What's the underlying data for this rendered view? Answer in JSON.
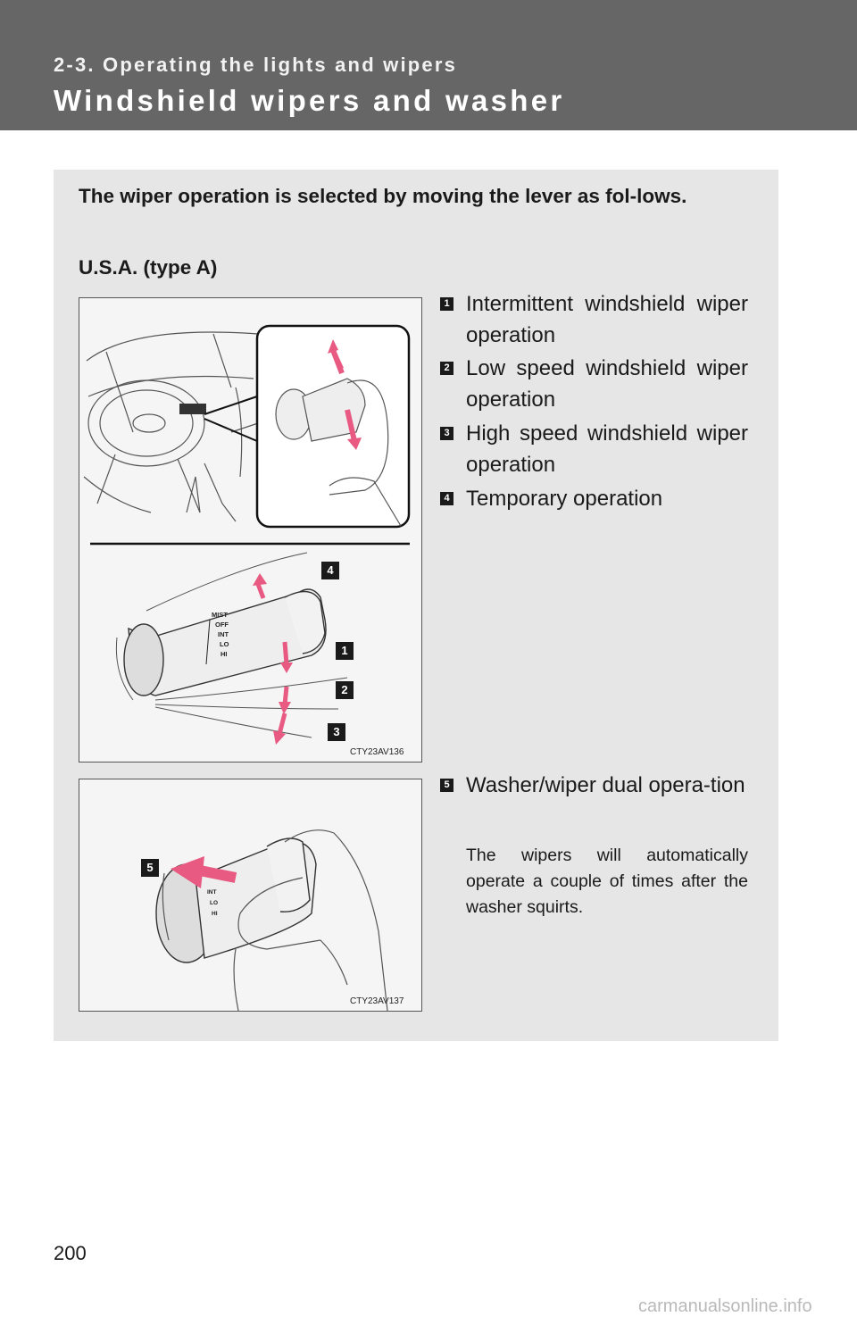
{
  "header": {
    "section_label": "2-3. Operating the lights and wipers",
    "page_heading": "Windshield wipers and washer"
  },
  "intro": {
    "text": "The wiper operation is selected by moving the lever as fol-lows.",
    "subheading": "U.S.A. (type A)"
  },
  "figure1": {
    "code": "CTY23AV136",
    "lever_labels": [
      "MIST",
      "OFF",
      "INT",
      "LO",
      "HI"
    ],
    "callouts": [
      "4",
      "1",
      "2",
      "3"
    ]
  },
  "figure2": {
    "code": "CTY23AV137",
    "lever_labels": [
      "INT",
      "LO",
      "HI"
    ],
    "callouts": [
      "5"
    ]
  },
  "items": [
    {
      "num": "1",
      "text": "Intermittent windshield wiper operation"
    },
    {
      "num": "2",
      "text": "Low speed windshield wiper operation"
    },
    {
      "num": "3",
      "text": "High speed windshield wiper operation"
    },
    {
      "num": "4",
      "text": "Temporary operation"
    },
    {
      "num": "5",
      "text": "Washer/wiper dual opera-tion"
    }
  ],
  "note": "The wipers will automatically operate a couple of times after the washer squirts.",
  "footer": {
    "page_number": "200",
    "watermark": "carmanualsonline.info"
  },
  "colors": {
    "header_bg": "#666666",
    "panel_bg": "#e6e6e6",
    "arrow_pink": "#e85a82"
  }
}
